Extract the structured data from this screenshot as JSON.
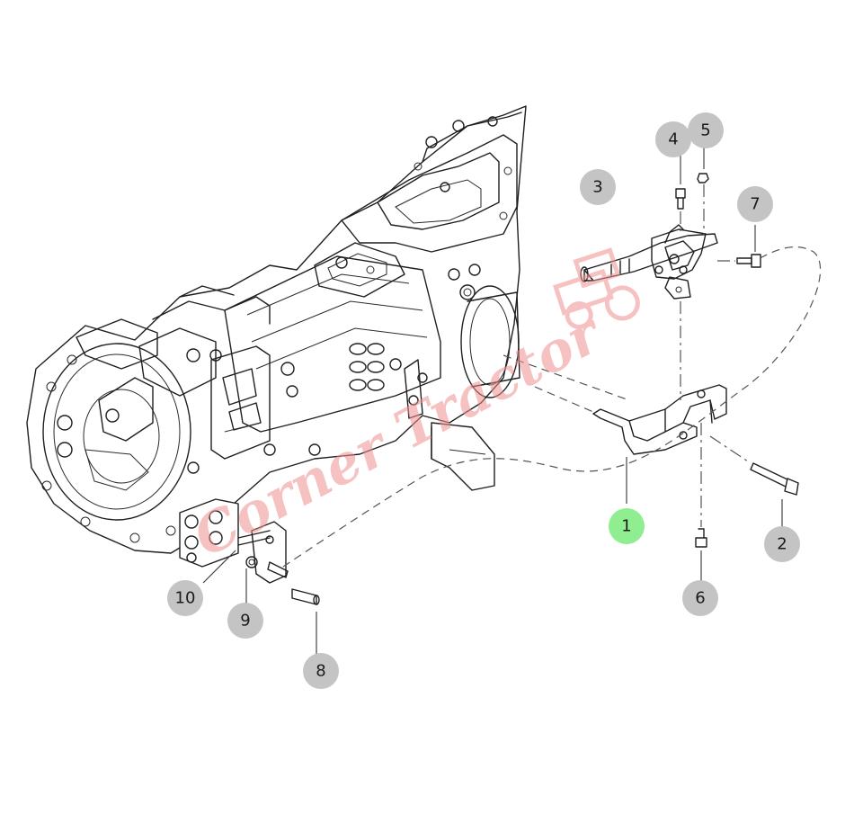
{
  "callouts": [
    {
      "id": "1",
      "label": "1",
      "highlight": true
    },
    {
      "id": "2",
      "label": "2",
      "highlight": false
    },
    {
      "id": "3",
      "label": "3",
      "highlight": false
    },
    {
      "id": "4",
      "label": "4",
      "highlight": false
    },
    {
      "id": "5",
      "label": "5",
      "highlight": false
    },
    {
      "id": "6",
      "label": "6",
      "highlight": false
    },
    {
      "id": "7",
      "label": "7",
      "highlight": false
    },
    {
      "id": "8",
      "label": "8",
      "highlight": false
    },
    {
      "id": "9",
      "label": "9",
      "highlight": false
    },
    {
      "id": "10",
      "label": "10",
      "highlight": false
    }
  ],
  "colors": {
    "callout_fill": "#c4c4c4",
    "callout_highlight_fill": "#8fee8f",
    "watermark": "#ef8f8f",
    "line": "#1f1f1f"
  },
  "watermark": {
    "text": "Corner Tractor",
    "icon": "tractor-icon"
  }
}
